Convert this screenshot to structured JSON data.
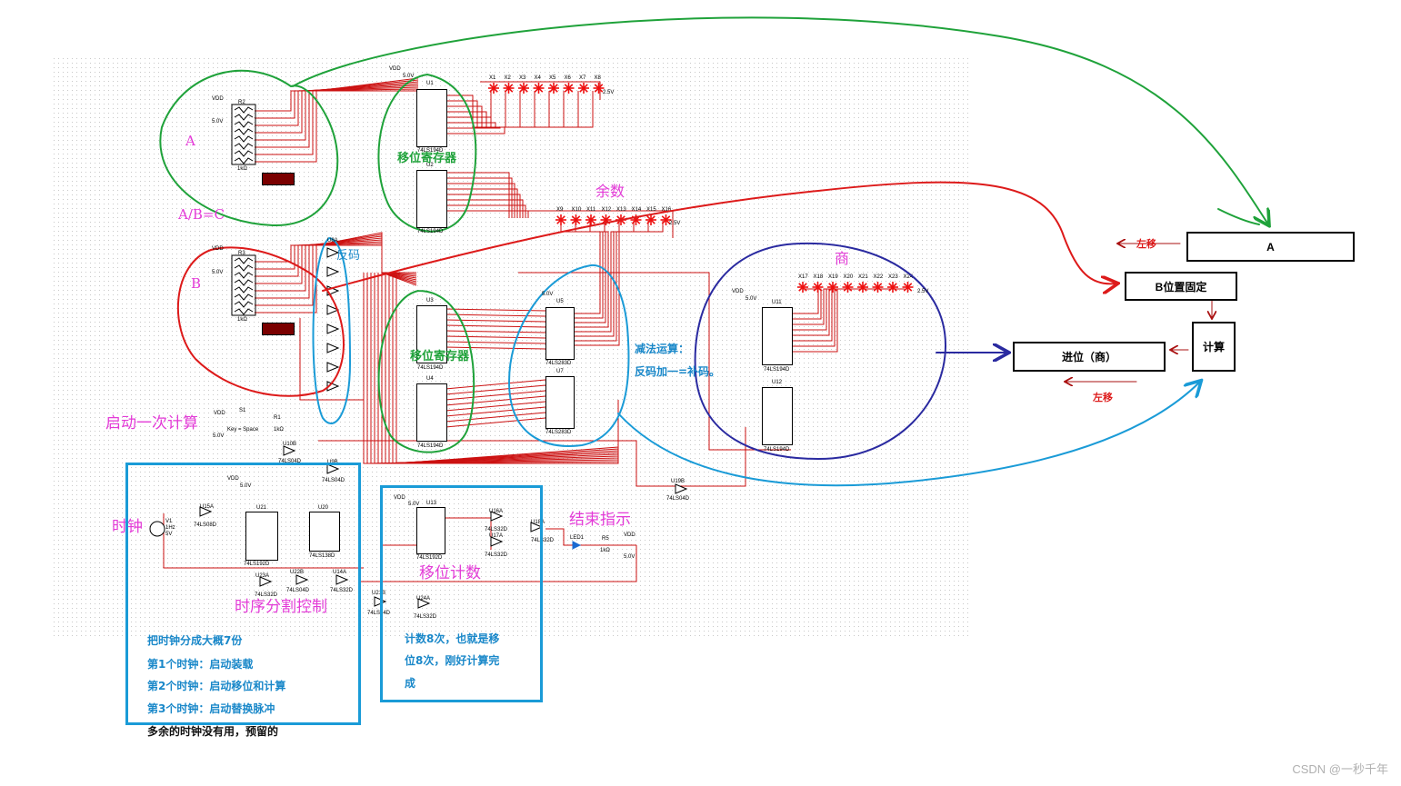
{
  "labels": {
    "a": "A",
    "b": "B",
    "ab_eq_c": "A/B=C",
    "start_once": "启动一次计算",
    "shift_reg_top": "移位寄存器",
    "shift_reg_mid": "移位寄存器",
    "invert": "反码",
    "remainder": "余数",
    "quotient": "商",
    "clock": "时钟",
    "timing_ctrl": "时序分割控制",
    "shift_count": "移位计数",
    "end_indicator": "结束指示",
    "subtract_title": "减法运算：",
    "subtract_detail": "反码加一=补码。"
  },
  "notes": {
    "timing": [
      "把时钟分成大概7份",
      "第1个时钟：启动装载",
      "第2个时钟：启动移位和计算",
      "第3个时钟：启动替换脉冲",
      "多余的时钟没有用，预留的"
    ],
    "count": [
      "计数8次，也就是移",
      "位8次，刚好计算完",
      "成"
    ]
  },
  "side_diagram": {
    "box_a": "A",
    "box_b": "B位置固定",
    "box_calc": "计算",
    "box_carry": "进位（商）",
    "left_shift_top": "左移",
    "left_shift_bottom": "左移"
  },
  "schematic": {
    "vdd": "VDD",
    "v5": "5.0V",
    "v25": "2.5V",
    "r2": "R2",
    "r3": "R3",
    "r1": "R1",
    "r5": "R5",
    "r1k": "1kΩ",
    "s1": "S1",
    "key": "Key = Space",
    "u1": "U1",
    "u2": "U2",
    "u3": "U3",
    "u4": "U4",
    "u5": "U5",
    "u7": "U7",
    "u11": "U11",
    "u12": "U12",
    "u13": "U13",
    "u21": "U21",
    "u20": "U20",
    "p194": "74LS194D",
    "p283": "74LS283D",
    "p04": "74LS04D",
    "p08": "74LS08D",
    "p32": "74LS32D",
    "p138": "74LS138D",
    "p192": "74LS192D",
    "v1": "V1",
    "v1_f": "1Hz",
    "v1_a": "5V",
    "led": "LED1",
    "u10b": "U10B",
    "u19b": "U19B",
    "u15a": "U15A",
    "u16a": "U16A",
    "u17a": "U17A",
    "u18a": "U18A",
    "u14a": "U14A",
    "u22b": "U22B",
    "u23a": "U23A",
    "u24a": "U24A",
    "u21b": "U21B",
    "u9b": "U9B",
    "u8a": "U8A",
    "probes_top": [
      "X1",
      "X2",
      "X3",
      "X4",
      "X5",
      "X6",
      "X7",
      "X8"
    ],
    "probes_mid": [
      "X9",
      "X10",
      "X11",
      "X12",
      "X13",
      "X14",
      "X15",
      "X16"
    ],
    "probes_q": [
      "X17",
      "X18",
      "X19",
      "X20",
      "X21",
      "X22",
      "X23",
      "X24"
    ]
  },
  "watermark": "CSDN @一秒千年",
  "colors": {
    "wire": "#cc1111",
    "green": "#1fa23a",
    "red": "#dd1a1a",
    "cyan": "#1a9bd7",
    "navy": "#2a2aa0",
    "pink": "#e33bd7",
    "probe": "#ee1111"
  }
}
